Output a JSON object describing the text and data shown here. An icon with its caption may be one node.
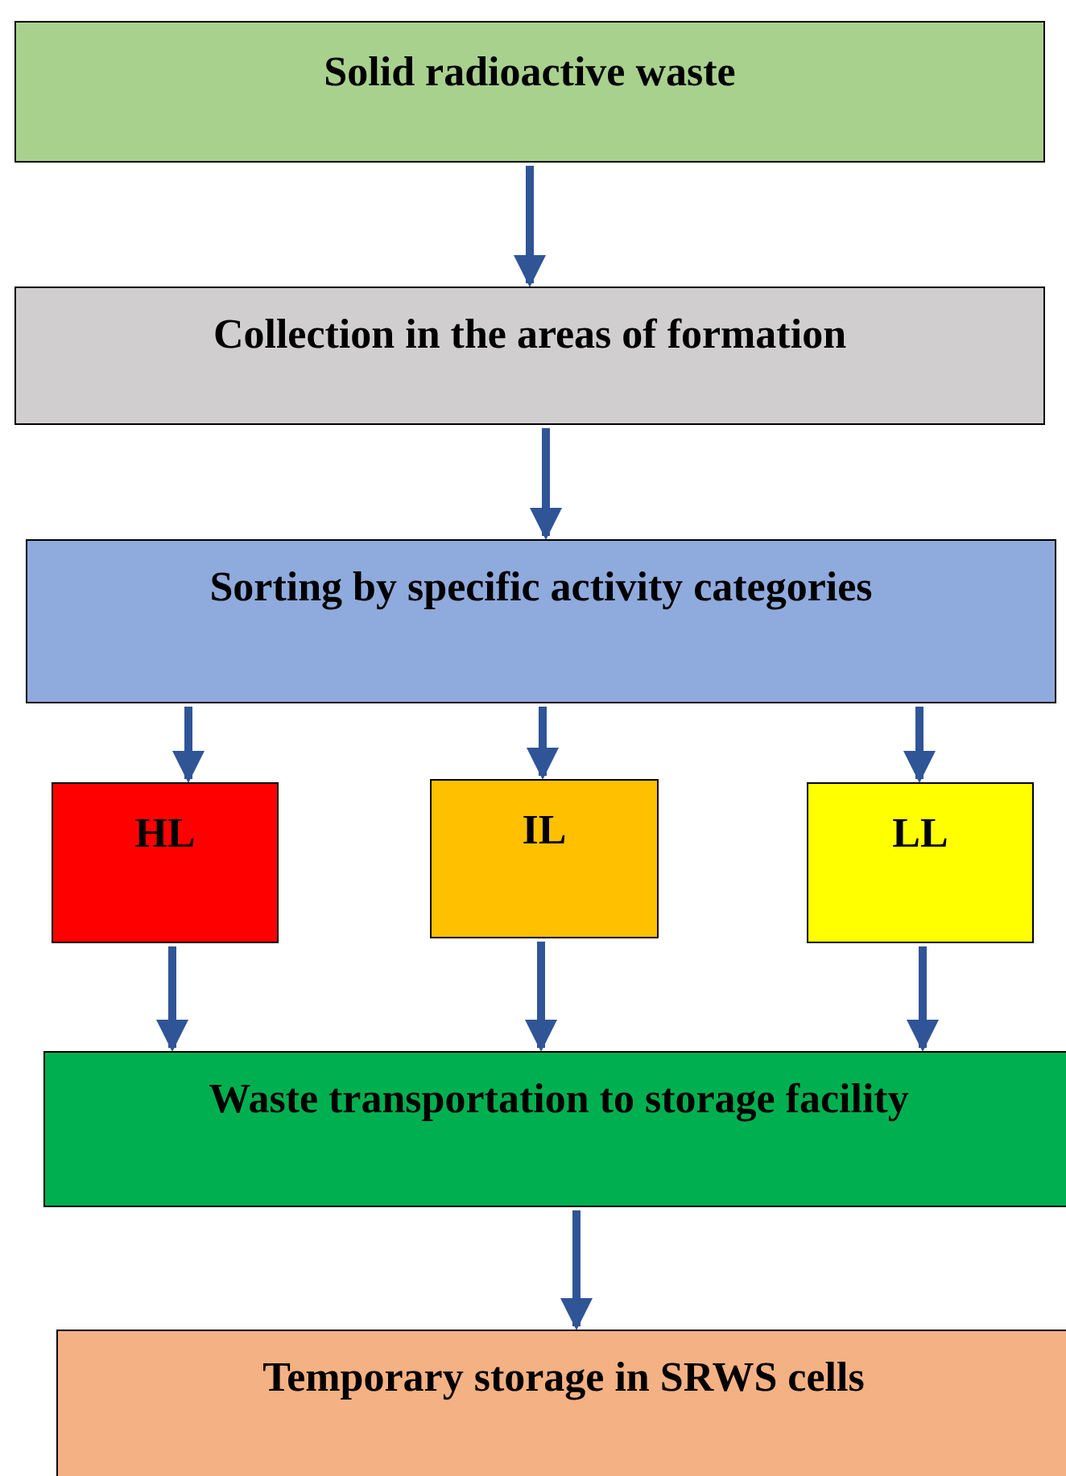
{
  "diagram": {
    "nodes": [
      {
        "text": [
          "Solid radioactive waste"
        ]
      },
      {
        "text": [
          "Collection in the areas of formation"
        ]
      },
      {
        "text": [
          "Sorting by specific activity categories"
        ]
      },
      {
        "text": [
          "HL"
        ]
      },
      {
        "text": [
          "IL"
        ]
      },
      {
        "text": [
          "LL"
        ]
      },
      {
        "text": [
          "Waste transportation to storage facility"
        ]
      },
      {
        "text": [
          "Temporary storage in SRWS cells"
        ]
      }
    ],
    "edges": [
      {
        "from": 0,
        "to": 1,
        "arrow": "to"
      },
      {
        "from": 1,
        "to": 2,
        "arrow": "to"
      },
      {
        "from": 2,
        "to": 3,
        "arrow": "to"
      },
      {
        "from": 2,
        "to": 4,
        "arrow": "to"
      },
      {
        "from": 2,
        "to": 5,
        "arrow": "to"
      },
      {
        "from": 3,
        "to": 6,
        "arrow": "to"
      },
      {
        "from": 4,
        "to": 6,
        "arrow": "to"
      },
      {
        "from": 5,
        "to": 6,
        "arrow": "to"
      },
      {
        "from": 6,
        "to": 7,
        "arrow": "to"
      }
    ]
  }
}
